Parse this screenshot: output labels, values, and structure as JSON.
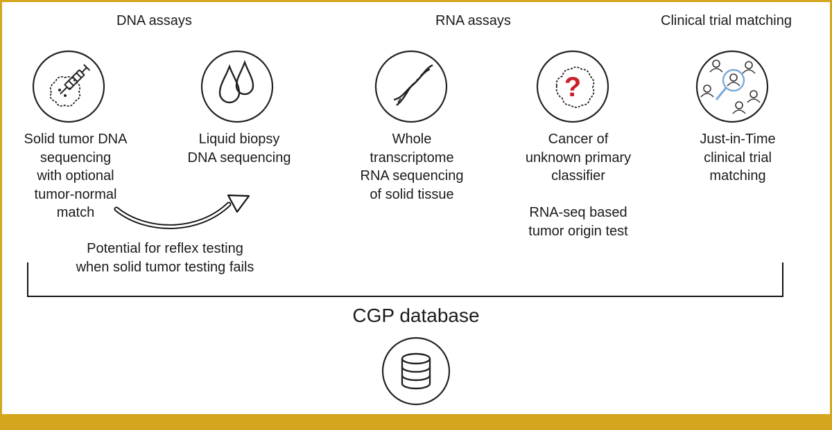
{
  "headings": {
    "dna": "DNA assays",
    "rna": "RNA assays",
    "trial": "Clinical trial matching"
  },
  "items": {
    "solid_tumor": "Solid tumor DNA\nsequencing\nwith optional\ntumor-normal\nmatch",
    "liquid_biopsy": "Liquid biopsy\nDNA sequencing",
    "whole_transcriptome": "Whole\ntranscriptome\nRNA sequencing\nof solid tissue",
    "cup_classifier": "Cancer of\nunknown primary\nclassifier",
    "rnaseq_test": "RNA-seq based\ntumor origin test",
    "jit": "Just-in-Time\nclinical trial\nmatching"
  },
  "reflex_note": "Potential for reflex testing\nwhen solid tumor testing fails",
  "database_title": "CGP database",
  "icons": [
    "tumor-syringe-icon",
    "droplets-icon",
    "dna-helix-icon",
    "question-cell-icon",
    "people-magnifier-icon",
    "database-icon"
  ],
  "colors": {
    "frame": "#d4a51e",
    "question_mark": "#c8202a",
    "magnifier": "#7aa9d6"
  }
}
